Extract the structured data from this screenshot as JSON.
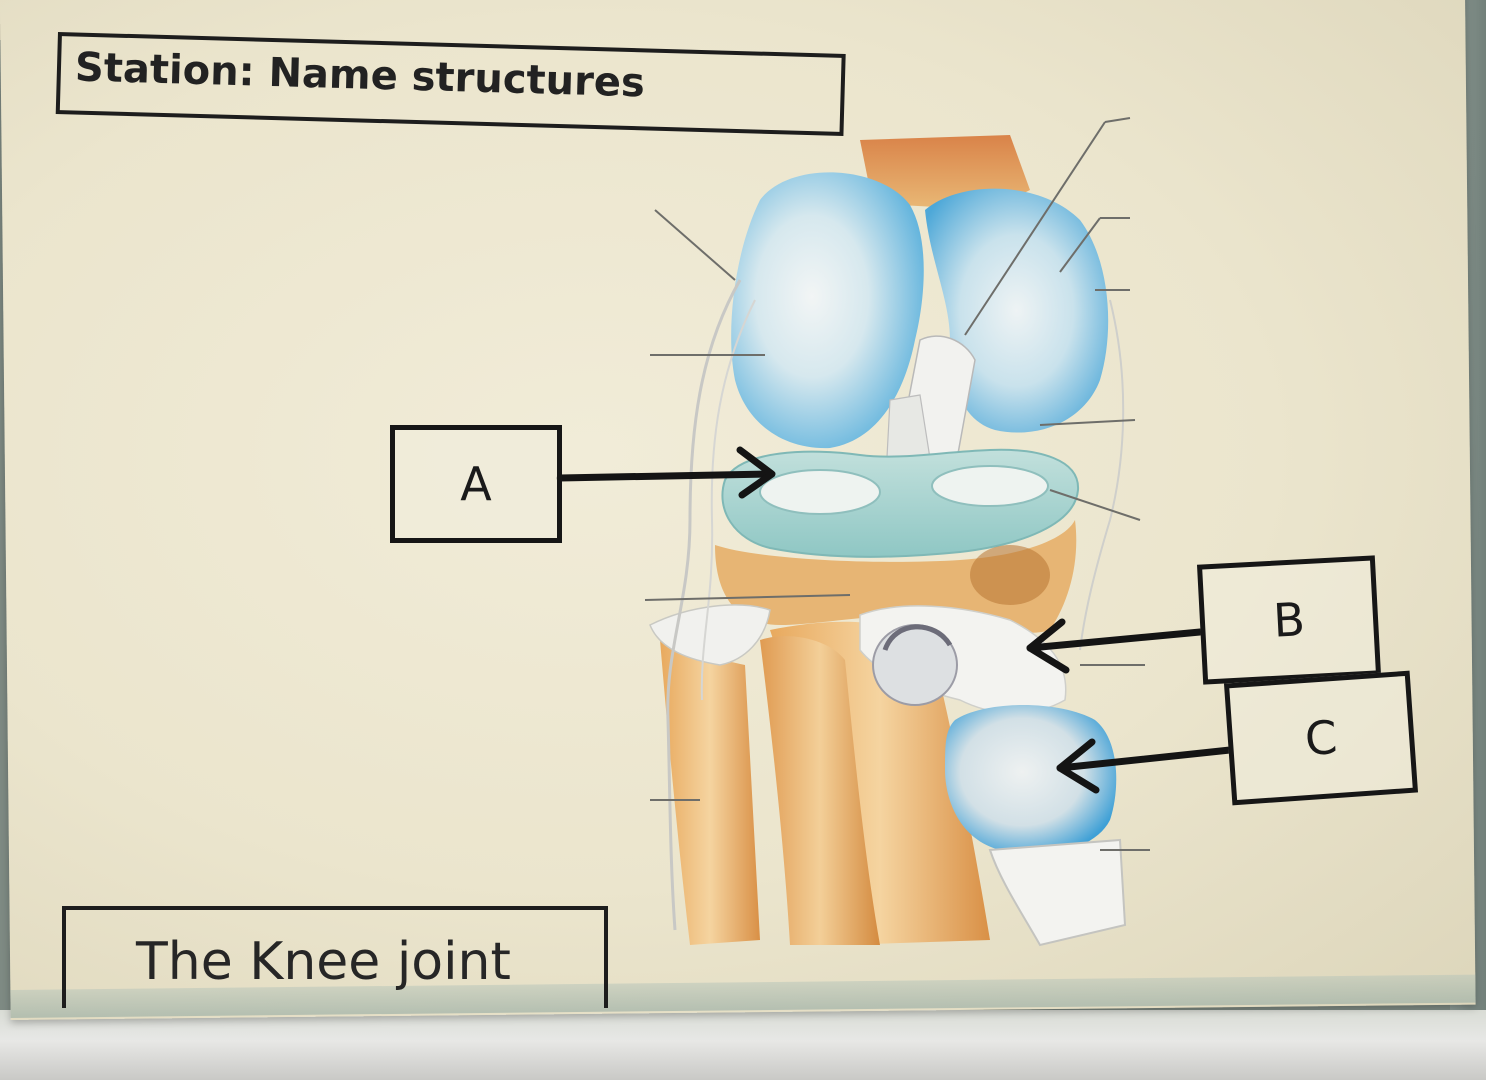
{
  "title": "Station: Name structures",
  "caption": "The Knee joint",
  "labels": {
    "a": "A",
    "b": "B",
    "c": "C"
  },
  "colors": {
    "cartilage": "#7fc3df",
    "bone": "#e3a65f",
    "ligament": "#f1f2ee",
    "meniscus": "#a8d4d0",
    "ink": "#161616",
    "paper": "#ede7cf"
  }
}
